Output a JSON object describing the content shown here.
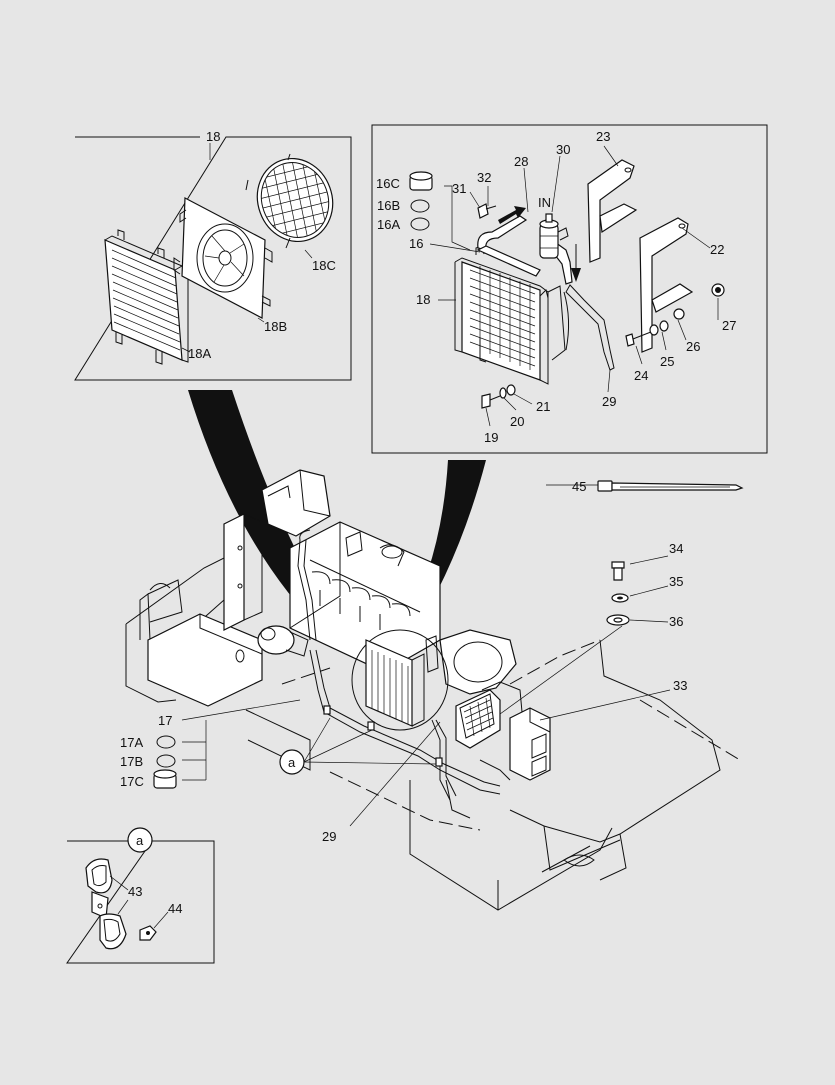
{
  "labels": {
    "l18top": "18",
    "l18A": "18A",
    "l18B": "18B",
    "l18C": "18C",
    "l16C": "16C",
    "l16B": "16B",
    "l16A": "16A",
    "l16": "16",
    "l18r": "18",
    "l31": "31",
    "l32": "32",
    "l28": "28",
    "l30": "30",
    "l23": "23",
    "lIN": "IN",
    "l22": "22",
    "l27": "27",
    "l26": "26",
    "l25": "25",
    "l24": "24",
    "l29r": "29",
    "l21": "21",
    "l20": "20",
    "l19": "19",
    "l45": "45",
    "l34": "34",
    "l35": "35",
    "l36": "36",
    "l33": "33",
    "l17": "17",
    "l17A": "17A",
    "l17B": "17B",
    "l17C": "17C",
    "la1": "a",
    "l29b": "29",
    "la2": "a",
    "l43": "43",
    "l44": "44"
  }
}
